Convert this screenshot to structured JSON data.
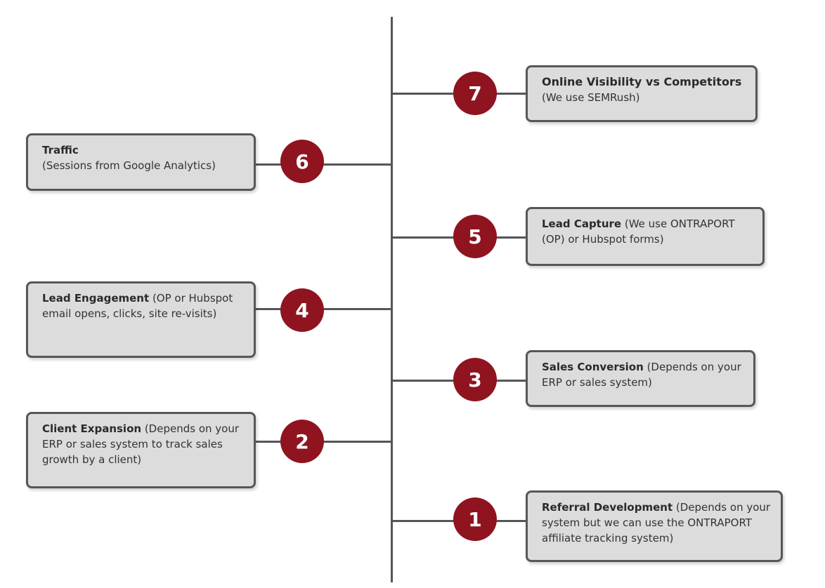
{
  "milestones": [
    {
      "number": "7",
      "title": "Online Visibility vs Competitors",
      "detail": "(We use SEMRush)"
    },
    {
      "number": "6",
      "title": "Traffic",
      "detail": "(Sessions from Google Analytics)"
    },
    {
      "number": "5",
      "title": "Lead Capture",
      "detail": " (We use ONTRAPORT (OP) or Hubspot forms)"
    },
    {
      "number": "4",
      "title": "Lead Engagement",
      "detail": " (OP or Hubspot email opens, clicks, site re-visits)"
    },
    {
      "number": "3",
      "title": "Sales Conversion",
      "detail": " (Depends on your ERP or sales system)"
    },
    {
      "number": "2",
      "title": "Client Expansion",
      "detail": " (Depends on your ERP or sales system to track sales growth by a client)"
    },
    {
      "number": "1",
      "title": "Referral Development",
      "detail": " (Depends on your system but we can use the ONTRAPORT affiliate tracking system)"
    }
  ],
  "colors": {
    "badge": "#8f1420",
    "box_fill": "#dcdcdc",
    "box_border": "#575757",
    "line": "#555555"
  }
}
